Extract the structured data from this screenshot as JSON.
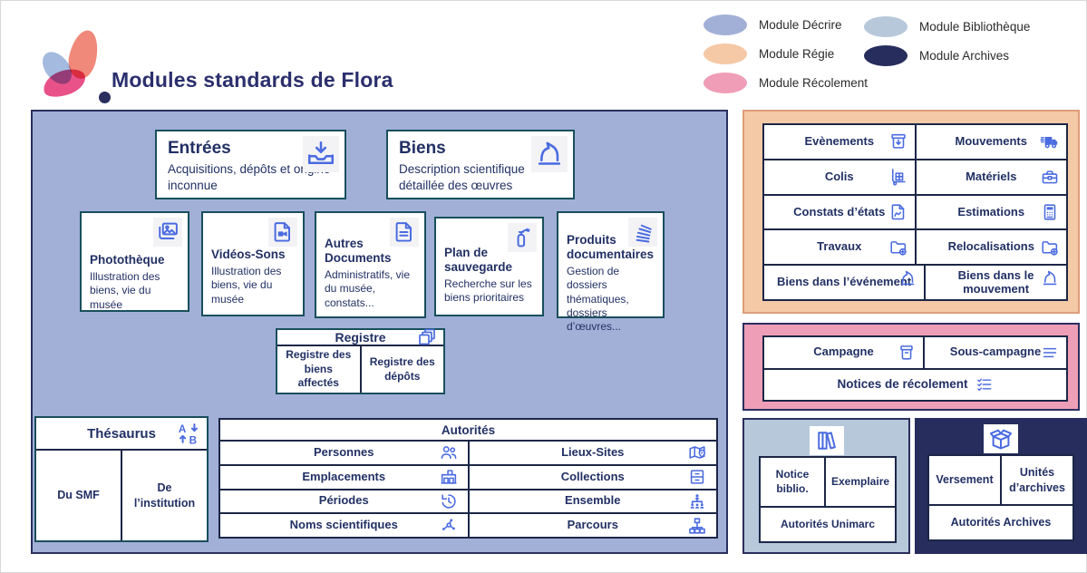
{
  "header": {
    "title": "Modules standards de Flora",
    "logo_icon": "flora-flower"
  },
  "legend": {
    "columns": [
      {
        "items": [
          {
            "label": "Module Décrire",
            "color": "#a2b0d8"
          },
          {
            "label": "Module Régie",
            "color": "#f5c9a6"
          },
          {
            "label": "Module Récolement",
            "color": "#f09db7"
          }
        ]
      },
      {
        "items": [
          {
            "label": "Module Bibliothèque",
            "color": "#b7c8da"
          },
          {
            "label": "Module Archives",
            "color": "#272d5c"
          }
        ]
      }
    ]
  },
  "colors": {
    "decrire_panel": "#a2b0d8",
    "regie_panel": "#f4c9a6",
    "recolement_panel": "#ee9fb7",
    "bibliotheque_panel": "#b7c8da",
    "archives_panel": "#272d5c",
    "card_border": "#184f5c",
    "table_gridline": "#1c2647",
    "text": "#223064",
    "icon_blue": "#4a6be0"
  },
  "decrire": {
    "top_cards": [
      {
        "title": "Entrées",
        "subtitle": "Acquisitions, dépôts et origine inconnue",
        "icon": "inbox-download"
      },
      {
        "title": "Biens",
        "subtitle": "Description scientifique détaillée des œuvres",
        "icon": "chess-knight"
      }
    ],
    "cards": [
      {
        "title": "Photothèque",
        "subtitle": "Illustration des biens, vie du musée",
        "icon": "photos"
      },
      {
        "title": "Vidéos-Sons",
        "subtitle": "Illustration des biens, vie du musée",
        "icon": "video-file"
      },
      {
        "title": "Autres Documents",
        "subtitle": "Administratifs, vie du musée, constats...",
        "icon": "document"
      },
      {
        "title": "Plan de sauvegarde",
        "subtitle": "Recherche sur les biens prioritaires",
        "icon": "fire-extinguisher"
      },
      {
        "title": "Produits documentaires",
        "subtitle": "Gestion de dossiers thématiques, dossiers d’œuvres...",
        "icon": "paper-stack"
      }
    ],
    "registre": {
      "title": "Registre",
      "icon": "copies",
      "cells": [
        "Registre des biens affectés",
        "Registre des dépôts"
      ]
    },
    "thesaurus": {
      "title": "Thésaurus",
      "icon": "swap-ab",
      "cells": [
        "Du SMF",
        "De l’institution"
      ]
    },
    "autorites": {
      "title": "Autorités",
      "rows": [
        [
          {
            "label": "Personnes",
            "icon": "people"
          },
          {
            "label": "Lieux-Sites",
            "icon": "map-pin"
          }
        ],
        [
          {
            "label": "Emplacements",
            "icon": "shelf"
          },
          {
            "label": "Collections",
            "icon": "drawers"
          }
        ],
        [
          {
            "label": "Périodes",
            "icon": "history-clock"
          },
          {
            "label": "Ensemble",
            "icon": "group-tree"
          }
        ],
        [
          {
            "label": "Noms scientifiques",
            "icon": "molecule"
          },
          {
            "label": "Parcours",
            "icon": "sitemap"
          }
        ]
      ]
    }
  },
  "regie": {
    "rows": [
      [
        {
          "label": "Evènements",
          "icon": "archive-in"
        },
        {
          "label": "Mouvements",
          "icon": "truck"
        }
      ],
      [
        {
          "label": "Colis",
          "icon": "hand-truck"
        },
        {
          "label": "Matériels",
          "icon": "toolbox"
        }
      ],
      [
        {
          "label": "Constats d’états",
          "icon": "report-doc"
        },
        {
          "label": "Estimations",
          "icon": "calculator"
        }
      ],
      [
        {
          "label": "Travaux",
          "icon": "folder-plus"
        },
        {
          "label": "Relocalisations",
          "icon": "folder-plus"
        }
      ],
      [
        {
          "label": "Biens dans l’événement",
          "icon": "chess-knight"
        },
        {
          "label": "Biens dans le mouvement",
          "icon": "chess-knight"
        }
      ]
    ]
  },
  "recolement": {
    "row": [
      {
        "label": "Campagne",
        "icon": "archive-box"
      },
      {
        "label": "Sous-campagne",
        "icon": "menu-lines"
      }
    ],
    "full_row": {
      "label": "Notices de récolement",
      "icon": "checklist"
    }
  },
  "bibliotheque": {
    "icon": "books",
    "cells": [
      "Notice biblio.",
      "Exemplaire"
    ],
    "full_cell": "Autorités Unimarc"
  },
  "archives": {
    "icon": "open-box",
    "cells": [
      "Versement",
      "Unités d’archives"
    ],
    "full_cell": "Autorités Archives"
  }
}
